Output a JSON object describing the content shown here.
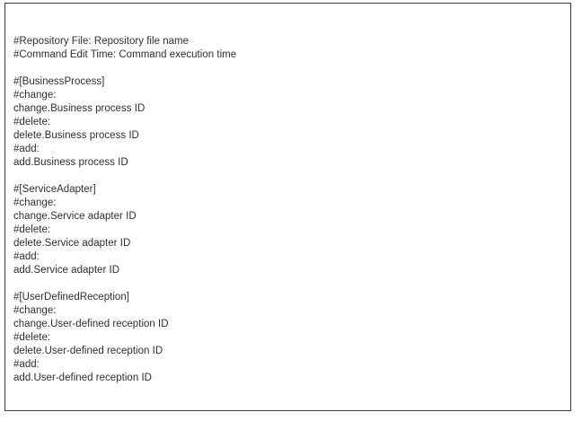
{
  "document": {
    "type": "plain-text-listing",
    "border_color": "#3c3c3c",
    "text_color": "#2f2f2f",
    "background_color": "#ffffff",
    "header_comments": [
      "#Repository File: Repository file name",
      "#Command Edit Time: Command execution time"
    ],
    "sections": [
      {
        "header": "#[BusinessProcess]",
        "entries": [
          {
            "comment": "#change:",
            "value": "change.Business process ID"
          },
          {
            "comment": "#delete:",
            "value": "delete.Business process ID"
          },
          {
            "comment": "#add:",
            "value": "add.Business process ID"
          }
        ]
      },
      {
        "header": "#[ServiceAdapter]",
        "entries": [
          {
            "comment": "#change:",
            "value": "change.Service adapter ID"
          },
          {
            "comment": "#delete:",
            "value": "delete.Service adapter ID"
          },
          {
            "comment": "#add:",
            "value": "add.Service adapter ID"
          }
        ]
      },
      {
        "header": "#[UserDefinedReception]",
        "entries": [
          {
            "comment": "#change:",
            "value": "change.User-defined reception ID"
          },
          {
            "comment": "#delete:",
            "value": "delete.User-defined reception ID"
          },
          {
            "comment": "#add:",
            "value": "add.User-defined reception ID"
          }
        ]
      }
    ],
    "lines": [
      "#Repository File: Repository file name",
      "#Command Edit Time: Command execution time",
      "",
      "#[BusinessProcess]",
      "#change:",
      "change.Business process ID",
      "#delete:",
      "delete.Business process ID",
      "#add:",
      "add.Business process ID",
      "",
      "#[ServiceAdapter]",
      "#change:",
      "change.Service adapter ID",
      "#delete:",
      "delete.Service adapter ID",
      "#add:",
      "add.Service adapter ID",
      "",
      "#[UserDefinedReception]",
      "#change:",
      "change.User-defined reception ID",
      "#delete:",
      "delete.User-defined reception ID",
      "#add:",
      "add.User-defined reception ID"
    ]
  }
}
